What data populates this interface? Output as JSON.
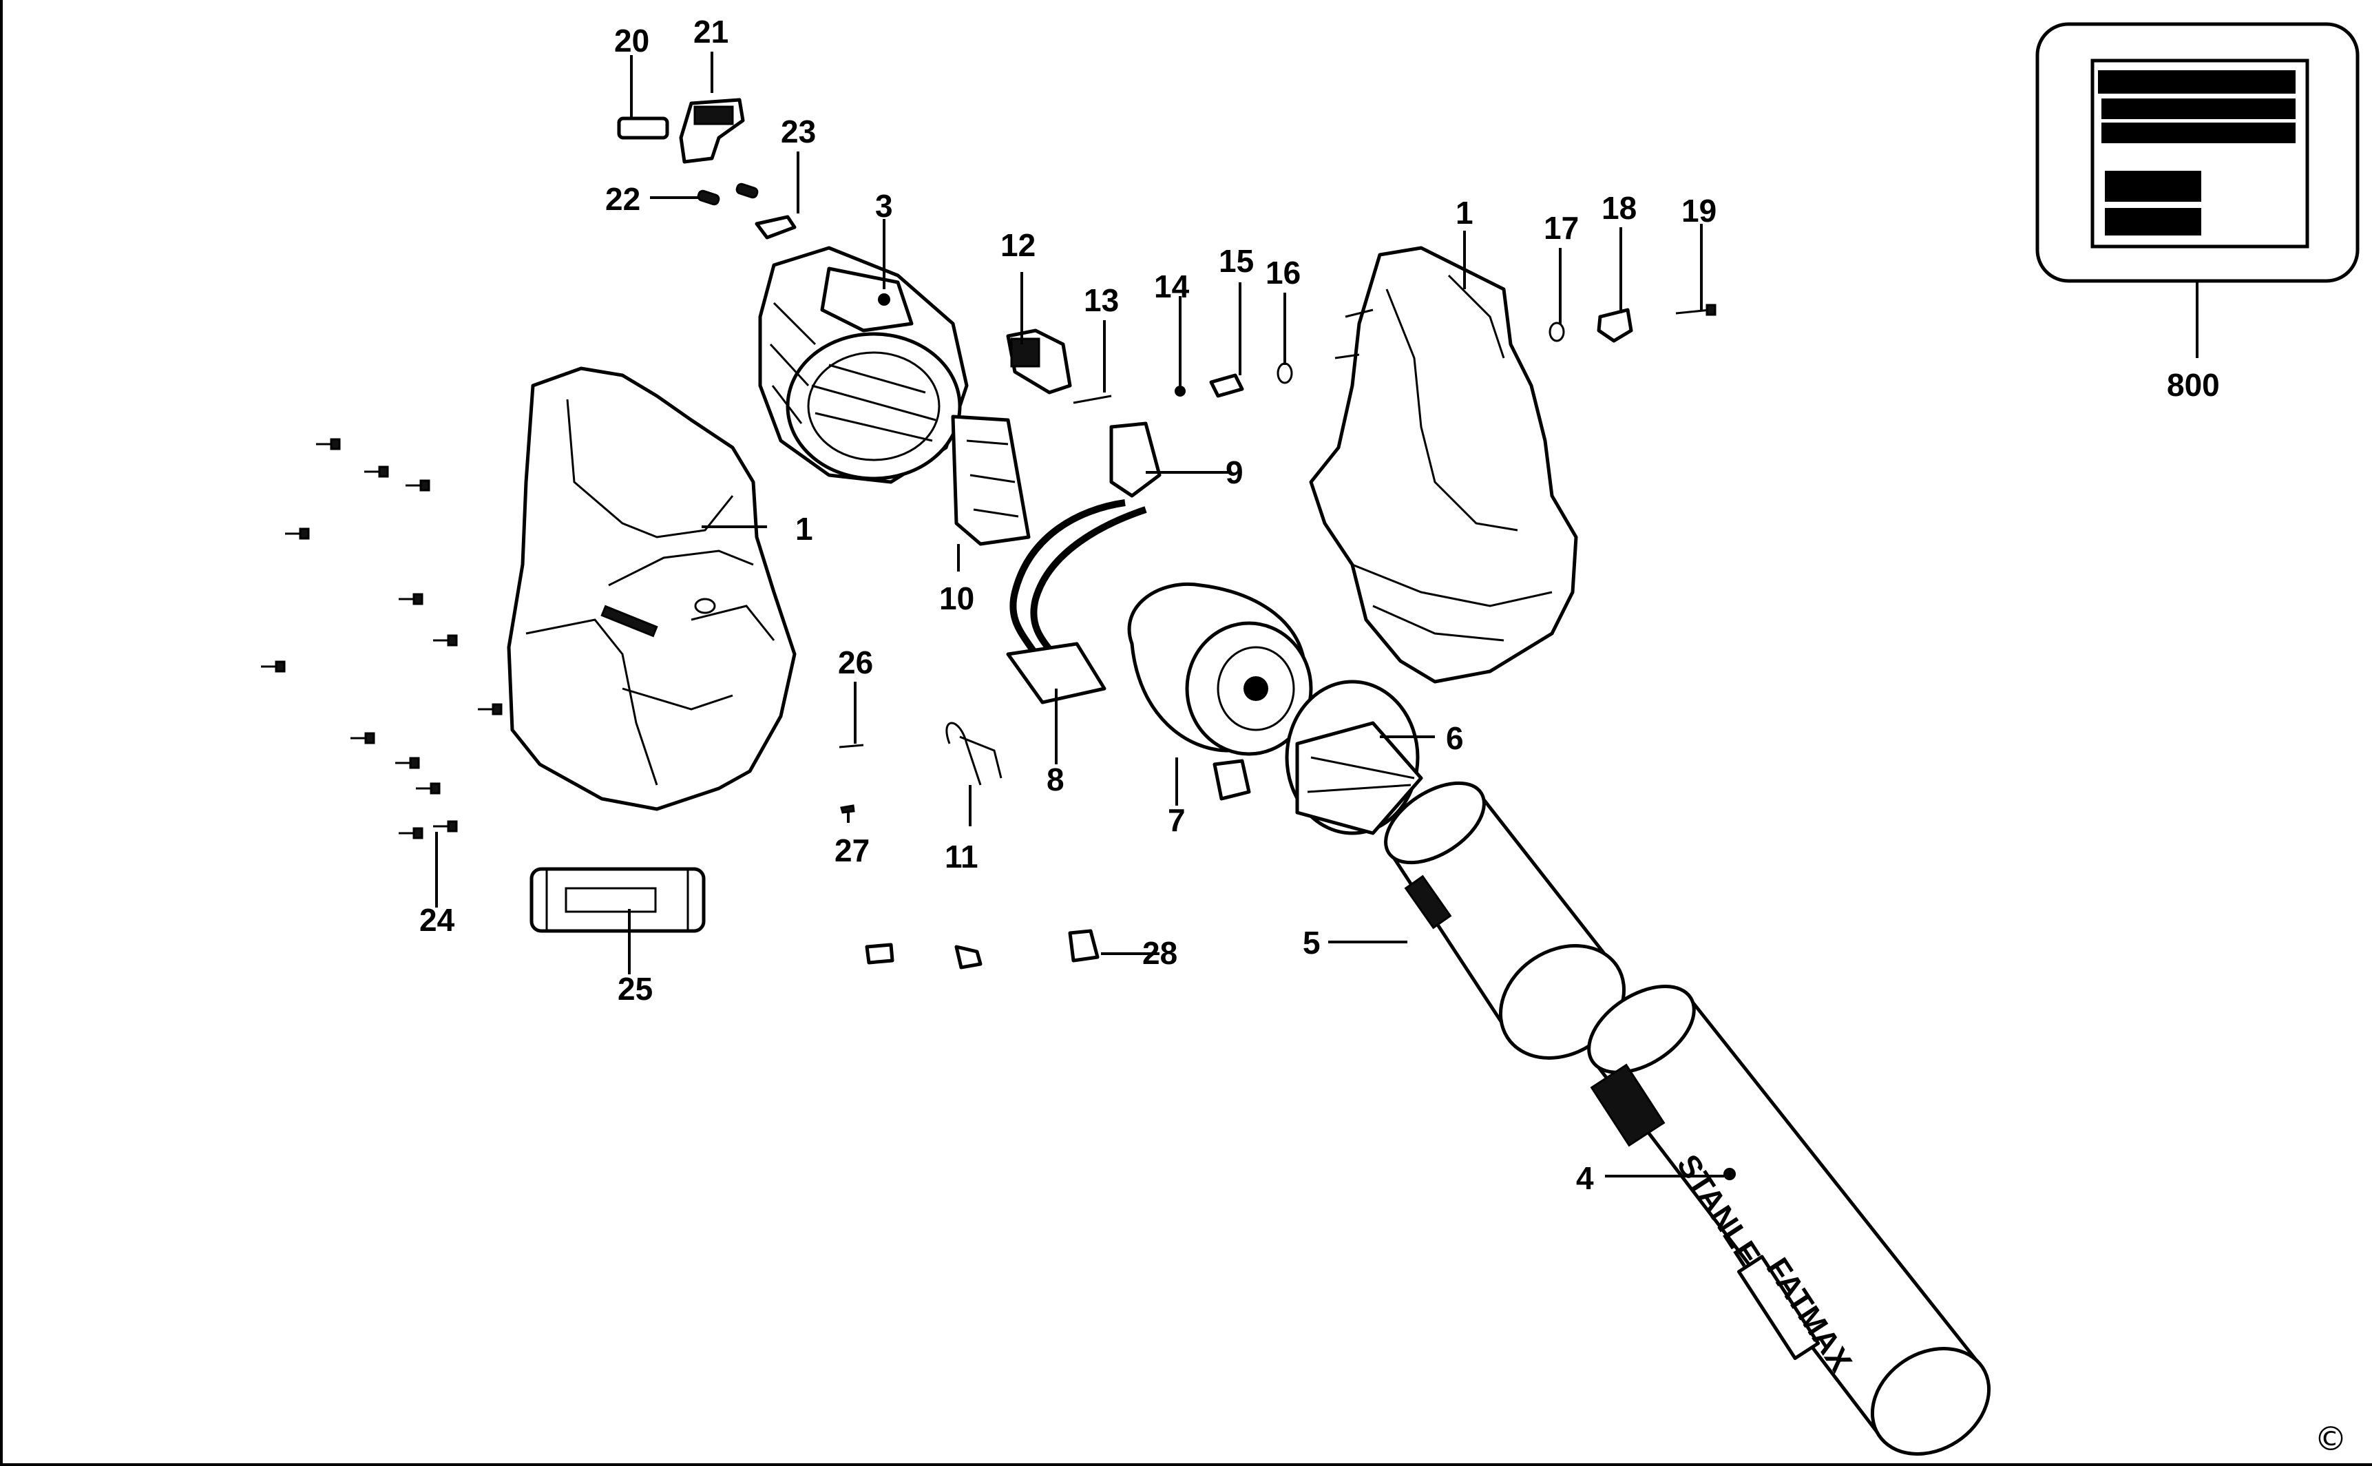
{
  "diagram": {
    "callouts": [
      "1",
      "1",
      "3",
      "4",
      "5",
      "6",
      "7",
      "8",
      "9",
      "10",
      "11",
      "12",
      "13",
      "14",
      "15",
      "16",
      "17",
      "18",
      "19",
      "20",
      "21",
      "22",
      "23",
      "24",
      "25",
      "26",
      "27",
      "28",
      "800"
    ],
    "housing_brand": "STANLEY",
    "tube_badge": "FATMAX",
    "copyright_mark": "©"
  }
}
